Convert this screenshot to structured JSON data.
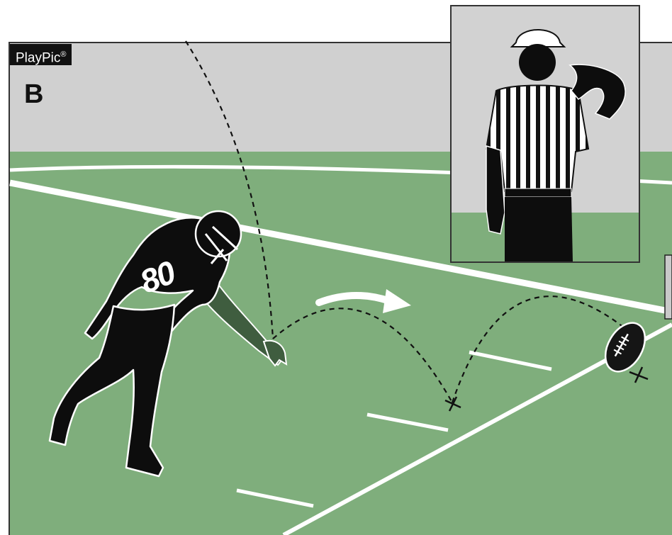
{
  "brand": {
    "name": "PlayPic",
    "mark": "®"
  },
  "panel": {
    "letter": "B"
  },
  "player": {
    "jersey_number": "80"
  },
  "colors": {
    "field": "#7fae7c",
    "sky": "#d0d0d0",
    "silhouette": "#0d0d0d",
    "line": "#ffffff"
  },
  "icons": [
    "football-player-figure",
    "referee-figure",
    "football-icon",
    "motion-arrow-icon",
    "ball-spot-marker-icon"
  ]
}
